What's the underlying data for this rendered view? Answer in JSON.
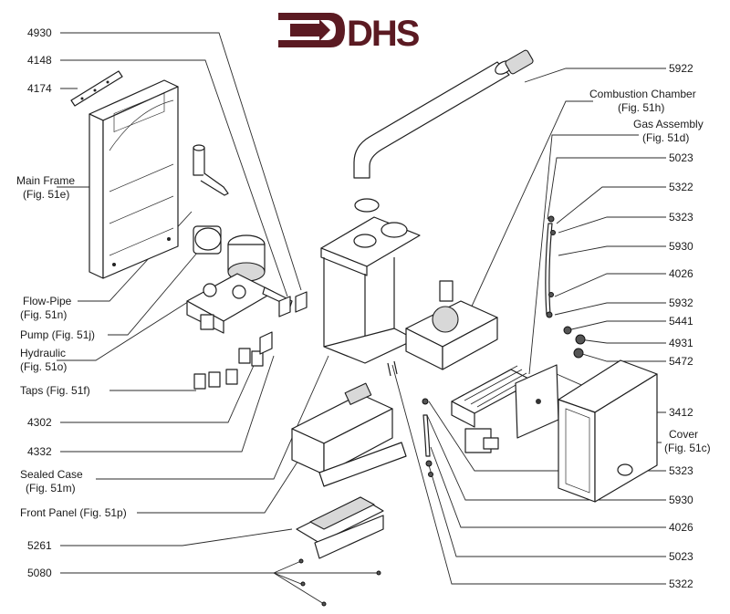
{
  "logo": {
    "text": "DHS",
    "color": "#5b1a22"
  },
  "labels_left": {
    "p4930": "4930",
    "p4148": "4148",
    "p4174": "4174",
    "main_frame_1": "Main Frame",
    "main_frame_2": "(Fig. 51e)",
    "flow_pipe_1": "Flow-Pipe",
    "flow_pipe_2": "(Fig. 51n)",
    "pump": "Pump (Fig. 51j)",
    "hydraulic_1": "Hydraulic",
    "hydraulic_2": "(Fig. 51o)",
    "taps": "Taps (Fig. 51f)",
    "p4302": "4302",
    "p4332": "4332",
    "sealed_case_1": "Sealed Case",
    "sealed_case_2": "(Fig. 51m)",
    "front_panel": "Front Panel (Fig. 51p)",
    "p5261": "5261",
    "p5080": "5080"
  },
  "labels_right": {
    "p5922": "5922",
    "combustion_1": "Combustion Chamber",
    "combustion_2": "(Fig. 51h)",
    "gas_1": "Gas Assembly",
    "gas_2": "(Fig. 51d)",
    "p5023a": "5023",
    "p5322a": "5322",
    "p5323a": "5323",
    "p5930a": "5930",
    "p4026a": "4026",
    "p5932": "5932",
    "p5441": "5441",
    "p4931": "4931",
    "p5472": "5472",
    "p3412": "3412",
    "cover_1": "Cover",
    "cover_2": "(Fig. 51c)",
    "p5323b": "5323",
    "p5930b": "5930",
    "p4026b": "4026",
    "p5023b": "5023",
    "p5322b": "5322"
  }
}
